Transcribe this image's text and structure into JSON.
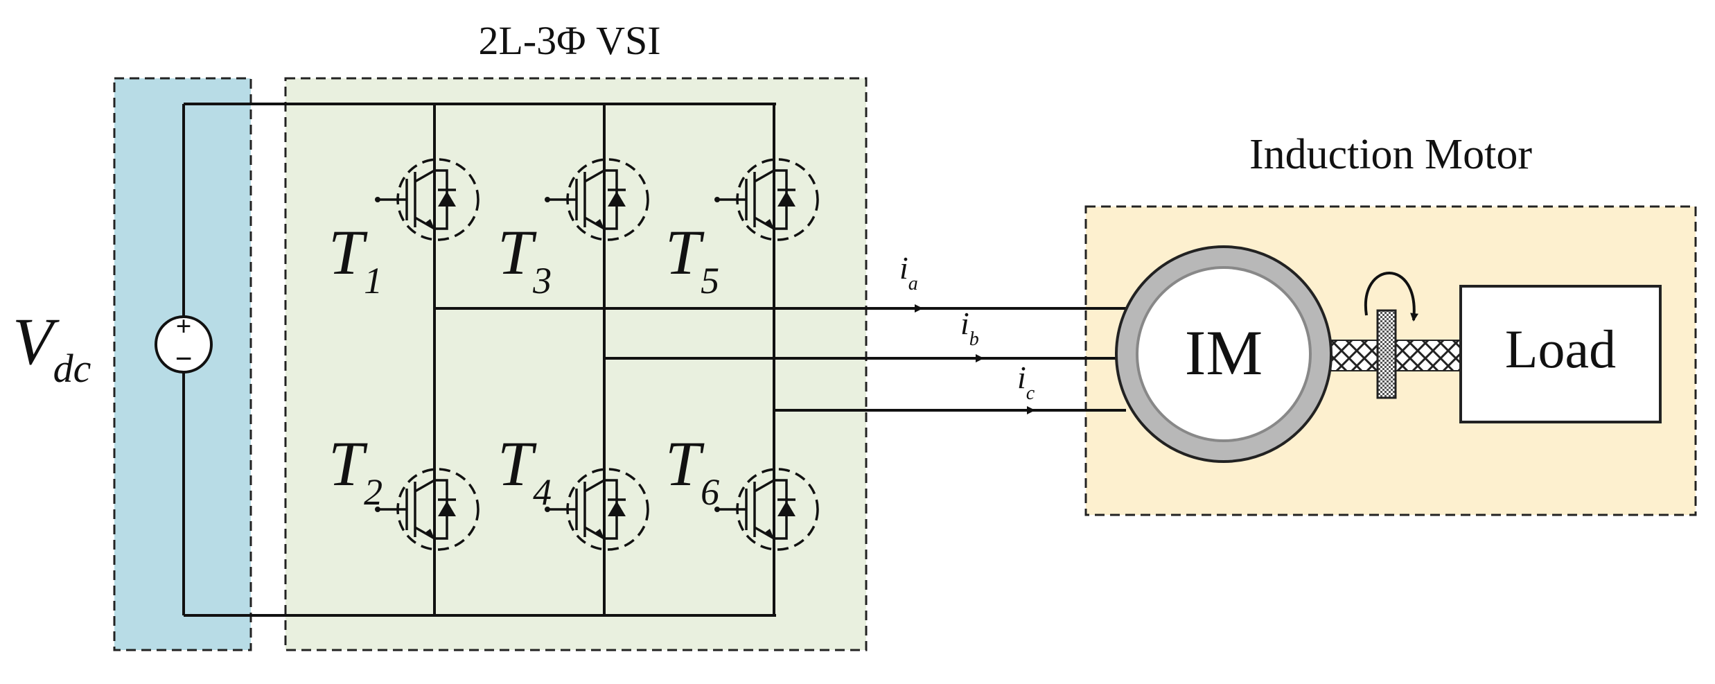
{
  "vsi": {
    "title": "2L-3Φ VSI"
  },
  "motor_group": {
    "title": "Induction Motor"
  },
  "source": {
    "label_main": "V",
    "label_sub": "dc",
    "plus": "+",
    "minus": "−"
  },
  "switches": [
    {
      "main": "T",
      "sub": "1"
    },
    {
      "main": "T",
      "sub": "3"
    },
    {
      "main": "T",
      "sub": "5"
    },
    {
      "main": "T",
      "sub": "2"
    },
    {
      "main": "T",
      "sub": "4"
    },
    {
      "main": "T",
      "sub": "6"
    }
  ],
  "currents": [
    {
      "main": "i",
      "sub": "a"
    },
    {
      "main": "i",
      "sub": "b"
    },
    {
      "main": "i",
      "sub": "c"
    }
  ],
  "motor": {
    "label": "IM"
  },
  "load": {
    "label": "Load"
  },
  "colors": {
    "dc_box": "#b8dce6",
    "vsi_box": "#e9f0df",
    "motor_box": "#fdf0cf",
    "motor_ring": "#b8b8b8",
    "line": "#111111"
  }
}
